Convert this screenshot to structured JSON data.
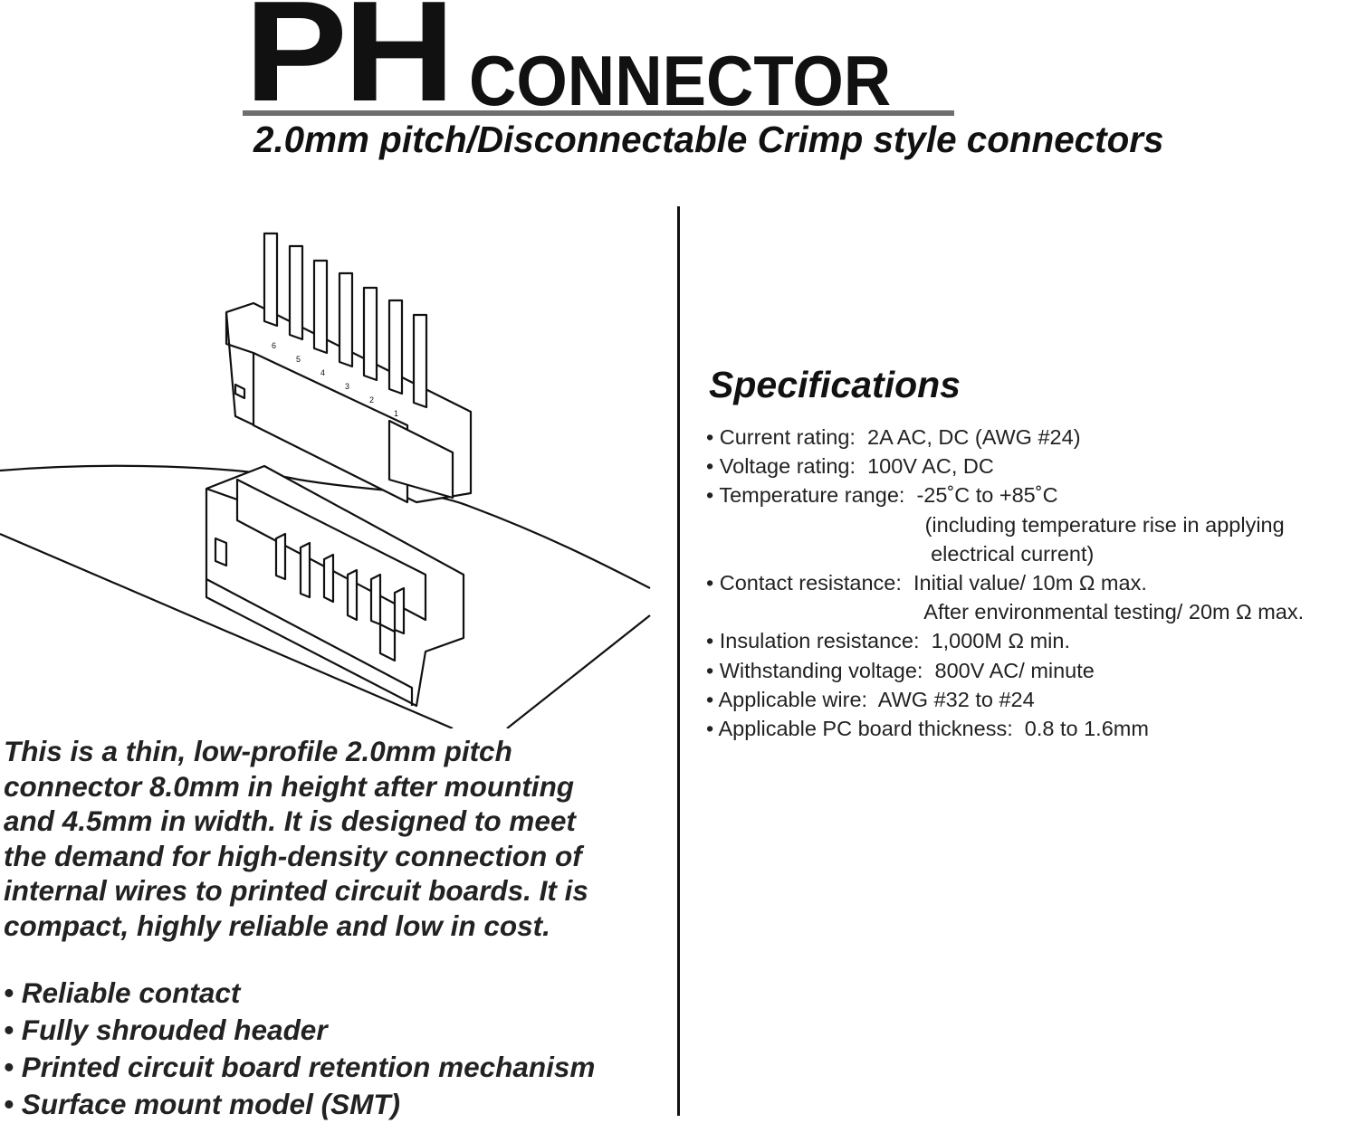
{
  "title": {
    "main": "PH",
    "secondary": "CONNECTOR"
  },
  "subtitle": "2.0mm pitch/Disconnectable Crimp style connectors",
  "specifications": {
    "heading": "Specifications",
    "lines": [
      "• Current rating:  2A AC, DC (AWG #24)",
      "• Voltage rating:  100V AC, DC",
      "• Temperature range:  -25˚C to +85˚C",
      "                                     (including temperature rise in applying",
      "                                      electrical current)",
      "• Contact resistance:  Initial value/ 10m Ω max.",
      "                                     After environmental testing/ 20m Ω max.",
      "• Insulation resistance:  1,000M Ω min.",
      "• Withstanding voltage:  800V AC/ minute",
      "• Applicable wire:  AWG #32 to #24",
      "• Applicable PC board thickness:  0.8 to 1.6mm"
    ]
  },
  "description": [
    "This is a thin, low-profile 2.0mm pitch",
    "connector 8.0mm in height after mounting",
    "and 4.5mm in width. It is designed to meet",
    "the demand for high-density connection of",
    "internal wires to printed circuit boards. It is",
    "compact, highly reliable and low in cost."
  ],
  "features": [
    "• Reliable contact",
    "• Fully shrouded header",
    "• Printed circuit board retention mechanism",
    "• Surface mount model (SMT)"
  ],
  "illustration": {
    "pin_labels": [
      "6",
      "5",
      "4",
      "3",
      "2",
      "1"
    ]
  }
}
